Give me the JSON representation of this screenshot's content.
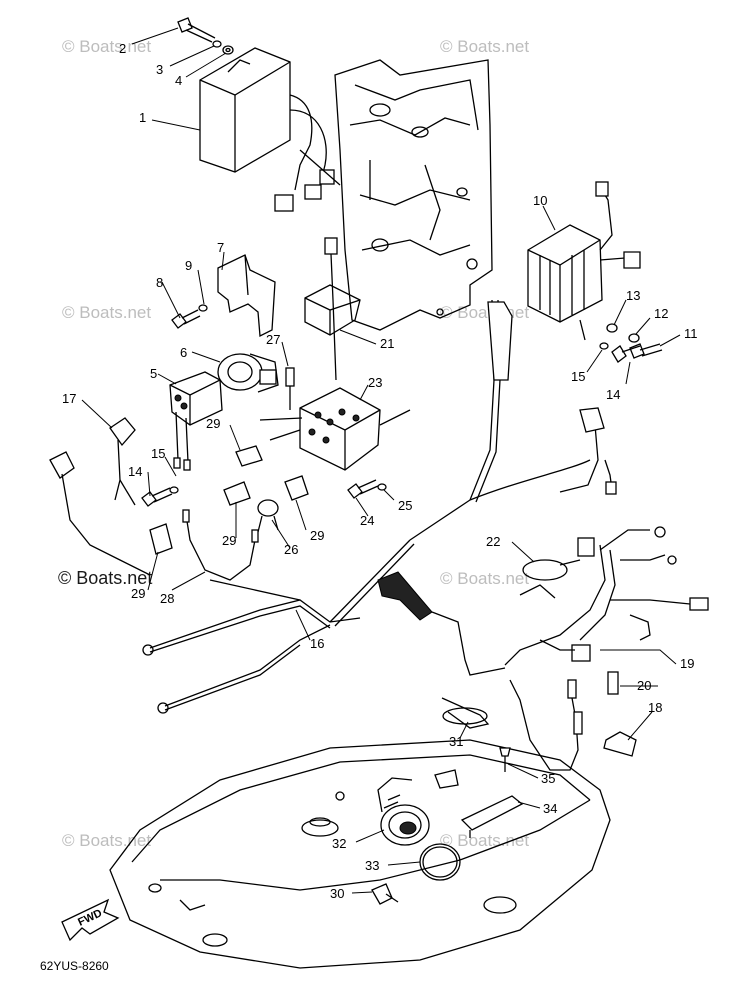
{
  "diagram": {
    "code": "62YUS-8260",
    "watermark": "© Boats.net",
    "forward_label": "FWD"
  },
  "callouts": [
    "1",
    "2",
    "3",
    "4",
    "5",
    "6",
    "7",
    "8",
    "9",
    "10",
    "11",
    "12",
    "13",
    "14",
    "15",
    "16",
    "17",
    "18",
    "19",
    "20",
    "21",
    "22",
    "23",
    "24",
    "25",
    "26",
    "27",
    "28",
    "29",
    "30",
    "31",
    "32",
    "33",
    "34",
    "35"
  ],
  "callout_labels": {
    "c1": "1",
    "c2": "2",
    "c3": "3",
    "c4": "4",
    "c5": "5",
    "c6": "6",
    "c7": "7",
    "c8": "8",
    "c9": "9",
    "c10": "10",
    "c11": "11",
    "c12": "12",
    "c13": "13",
    "c14a": "14",
    "c14b": "14",
    "c15a": "15",
    "c15b": "15",
    "c16": "16",
    "c17": "17",
    "c18": "18",
    "c19": "19",
    "c20": "20",
    "c21": "21",
    "c22": "22",
    "c23": "23",
    "c24": "24",
    "c25": "25",
    "c26": "26",
    "c27": "27",
    "c28": "28",
    "c29a": "29",
    "c29b": "29",
    "c29c": "29",
    "c29d": "29",
    "c30": "30",
    "c31": "31",
    "c32": "32",
    "c33": "33",
    "c34": "34",
    "c35": "35"
  }
}
